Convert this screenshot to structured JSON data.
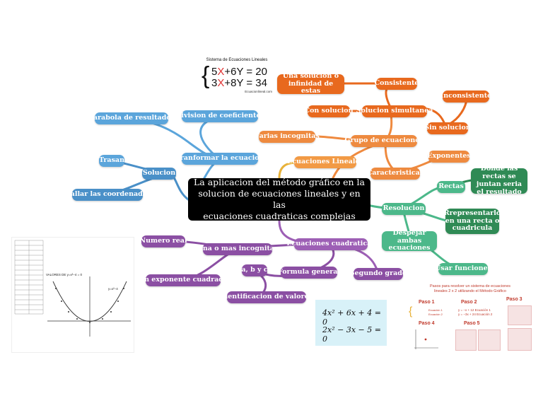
{
  "central": {
    "line1": "La aplicacion del método gráfico en la",
    "line2": "solucion de ecuaciones lineales y en las",
    "line3": "ecuaciones cuadraticas complejas"
  },
  "nodes": {
    "una_solucion": "Una solucion o infinidad de estas",
    "consistente": "Consistente",
    "inconsistente": "Inconsistente",
    "con_solucion": "Con solucion",
    "solucion_simultanea": "Solucion simultanea",
    "sin_solucion": "Sin solucion",
    "varias_incognitas": "Varias incognitas",
    "grupo_ecuaciones": "Grupo de ecuaciones",
    "exponentes": "Exponentes",
    "ecuaciones_lineales": "Ecuaciones Lineales",
    "caracteristicas": "Caracteristicas",
    "rectas": "Rectas",
    "donde_rectas": "Donde las rectas se juntan seria el resultado",
    "resolucion": "Resolucion",
    "representarlo": "Rrepresentarlo en una recta o cuadricula",
    "despejar": "Despejar ambas ecuaciones",
    "usar_funciones": "Usar funciones",
    "parabola": "Parabola de resultados",
    "division": "Division de coeficientes",
    "trasan": "Trasan",
    "transformar": "Tranformar la ecuacion",
    "solucion": "Solucion",
    "hallar": "Hallar las coordenadas",
    "numero_real": "Numero real",
    "una_mas_incognitas": "Una o mas incognitas",
    "ecuaciones_cuadraticas": "Ecuaciones cuadraticas",
    "abc": "a, b y c",
    "exponente_cuadrado": "Un exponente cuadrado",
    "formula_general": "Formula general",
    "segundo_grado": "Segundo grado",
    "identificacion": "identificacion de valores"
  },
  "equation_image": {
    "caption": "Sistema de Ecuaciones Lineales",
    "eq1_pre": "5",
    "eq1_x": "X",
    "eq1_post": "+6Y = 20",
    "eq2_pre": "3",
    "eq2_x": "X",
    "eq2_post": "+8Y = 34",
    "source": "Ecuacionlineal.com"
  },
  "quadratic_panel": {
    "eq1": "4x² + 6x + 4 = 0",
    "eq2": "2x² − 3x − 5 = 0"
  },
  "graph_image": {
    "title": "VALORES DE y=x²−4 = 0",
    "curve_label": "y=x²−4"
  },
  "steps_image": {
    "title1": "Pasos para resolver un sistema de ecuaciones",
    "title2": "lineales 2 x 2 utilizando el Método Gráfico",
    "paso1": "Paso 1",
    "paso2": "Paso 2",
    "paso3": "Paso 3",
    "paso4": "Paso 4",
    "paso5": "Paso 5",
    "p1_a": "Ecuación 1",
    "p1_b": "Ecuación 2",
    "p2_a": "y = −x + 12   Ecuación 1",
    "p2_b": "y = −3x + 24  Ecuación 2"
  },
  "colors": {
    "orange": "#e8691e",
    "teal": "#4cb88a",
    "green": "#2f8a55",
    "blue": "#4a90c8",
    "purple": "#8b4fa3",
    "yellow_link": "#e8b23a"
  }
}
